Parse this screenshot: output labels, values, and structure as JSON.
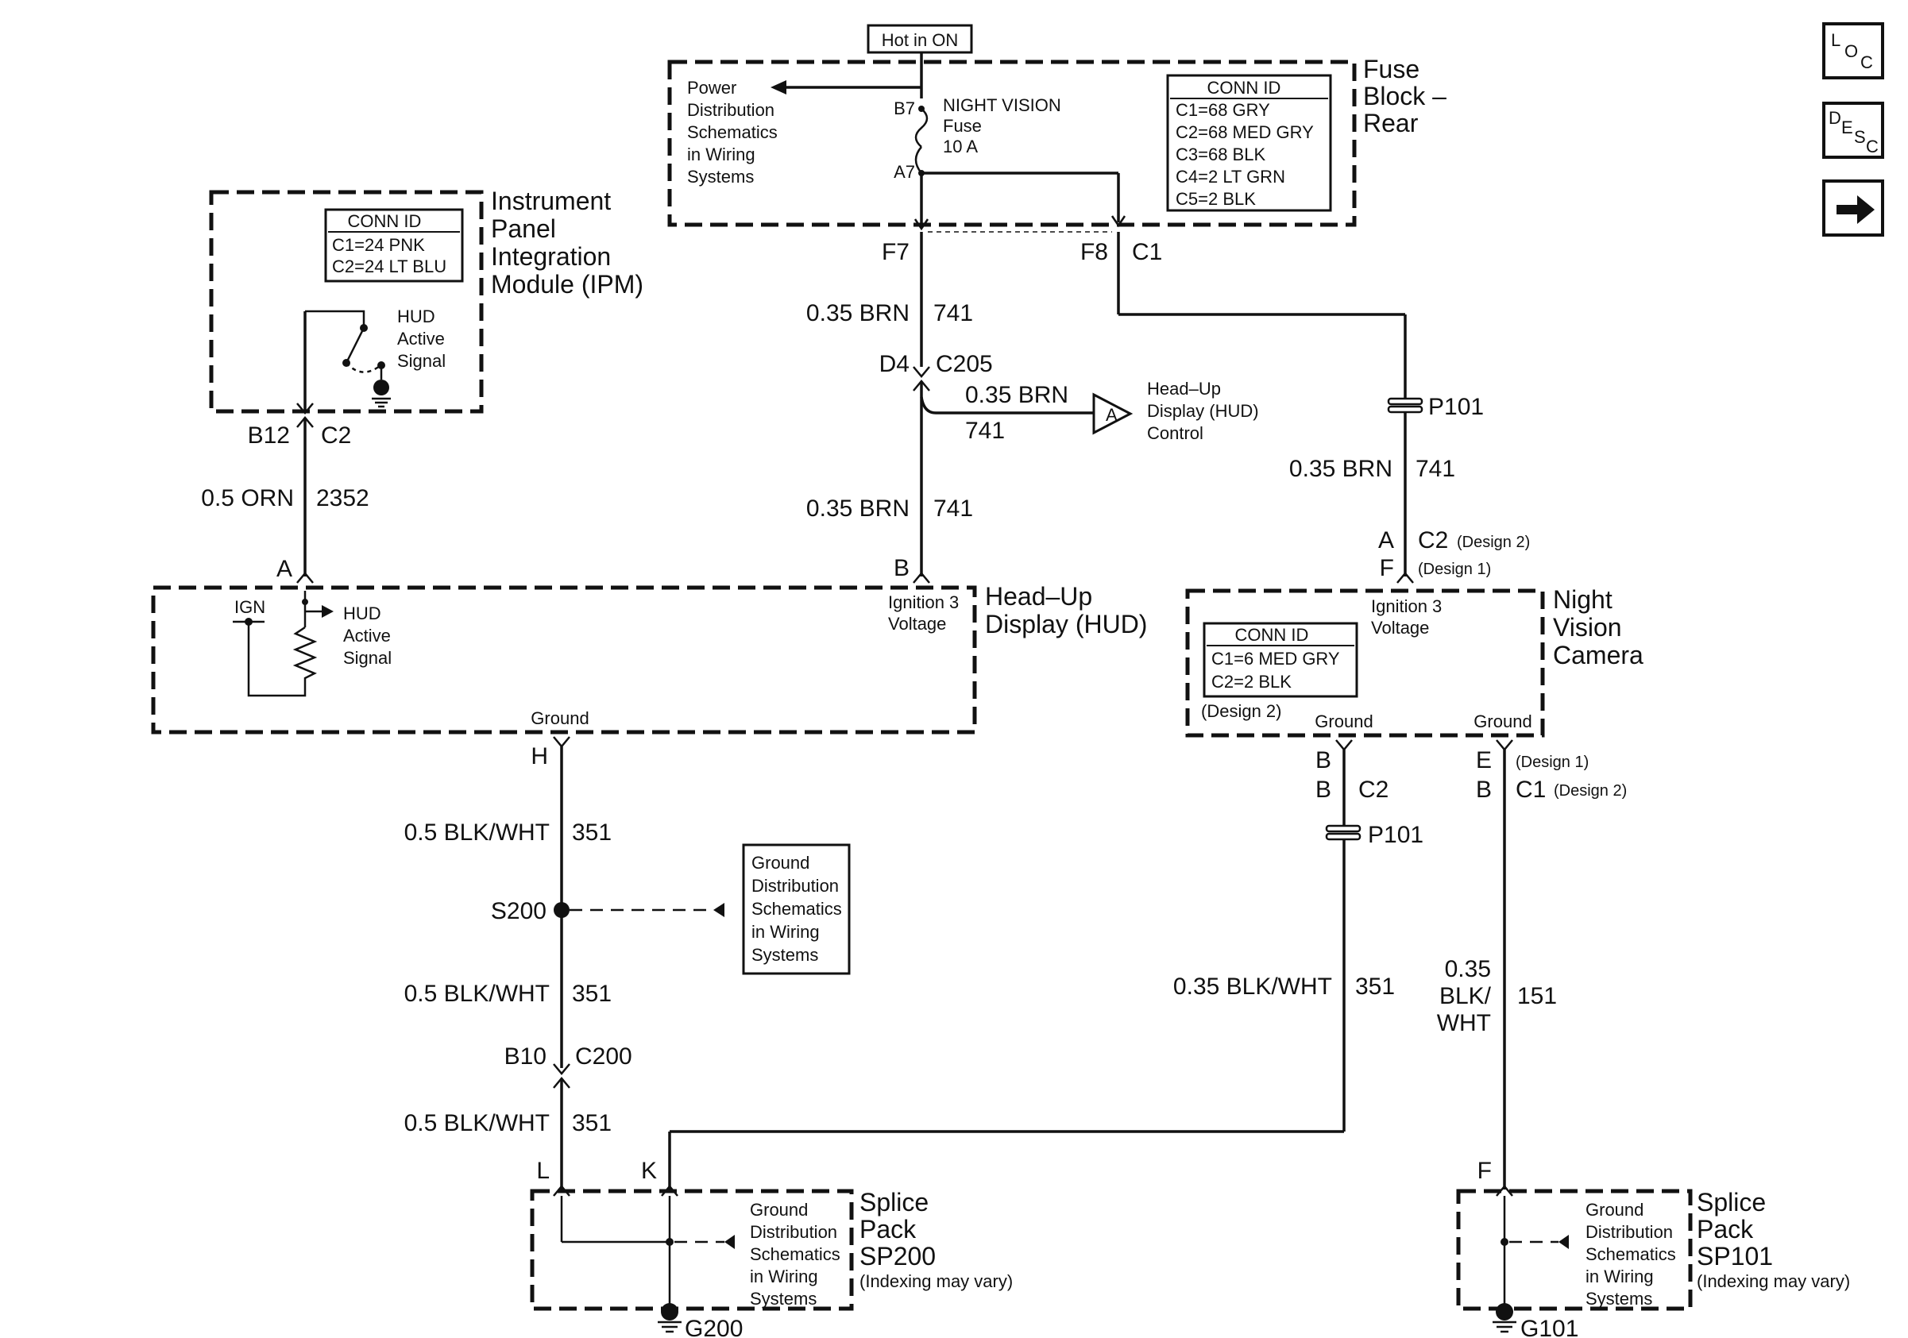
{
  "header": {
    "hot_label": "Hot in ON"
  },
  "nav_buttons": [
    {
      "name": "loc-button",
      "label": "LOC"
    },
    {
      "name": "desc-button",
      "label": "DESC"
    },
    {
      "name": "next-button",
      "label": "→"
    }
  ],
  "fuse_block": {
    "title": [
      "Fuse",
      "Block –",
      "Rear"
    ],
    "power_note": [
      "Power",
      "Distribution",
      "Schematics",
      "in Wiring",
      "Systems"
    ],
    "fuse_name": [
      "NIGHT VISION",
      "Fuse",
      "10 A"
    ],
    "pins": {
      "in": "B7",
      "out": "A7",
      "f7": "F7",
      "f8": "F8",
      "c1": "C1"
    },
    "conn_id": {
      "title": "CONN ID",
      "rows": [
        "C1=68 GRY",
        "C2=68 MED GRY",
        "C3=68 BLK",
        "C4=2 LT GRN",
        "C5=2 BLK"
      ]
    }
  },
  "ipm": {
    "title": [
      "Instrument",
      "Panel",
      "Integration",
      "Module (IPM)"
    ],
    "conn_id": {
      "title": "CONN ID",
      "rows": [
        "C1=24 PNK",
        "C2=24 LT BLU"
      ]
    },
    "signal": [
      "HUD",
      "Active",
      "Signal"
    ],
    "pin": "B12",
    "conn": "C2"
  },
  "wires": {
    "w_orn_gauge": "0.5 ORN",
    "w_orn_circuit": "2352",
    "w741a_gauge": "0.35 BRN",
    "w741a_circuit": "741",
    "w741b_gauge": "0.35 BRN",
    "w741b_circuit": "741",
    "w741c_gauge": "0.35 BRN",
    "w741c_circuit": "741",
    "w741d_gauge": "0.35 BRN",
    "w741d_circuit": "741",
    "w351a_gauge": "0.5 BLK/WHT",
    "w351a_circuit": "351",
    "w351b_gauge": "0.5 BLK/WHT",
    "w351b_circuit": "351",
    "w351c_gauge": "0.5 BLK/WHT",
    "w351c_circuit": "351",
    "w351d_gauge": "0.35 BLK/WHT",
    "w351d_circuit": "351",
    "w151_gauge": [
      "0.35",
      "BLK/",
      "WHT"
    ],
    "w151_circuit": "151"
  },
  "c205": {
    "pin": "D4",
    "conn": "C205"
  },
  "hud_control": {
    "ref": "A",
    "label": [
      "Head–Up",
      "Display (HUD)",
      "Control"
    ]
  },
  "hud": {
    "title": [
      "Head–Up",
      "Display (HUD)"
    ],
    "pin_a": "A",
    "pin_b": "B",
    "pin_h": "H",
    "ign": "IGN",
    "signal": [
      "HUD",
      "Active",
      "Signal"
    ],
    "ign3": [
      "Ignition 3",
      "Voltage"
    ],
    "ground": "Ground"
  },
  "p101_top": "P101",
  "p101_bottom": "P101",
  "camera": {
    "title": [
      "Night",
      "Vision",
      "Camera"
    ],
    "pin_a": "A",
    "pin_f": "F",
    "conn_c2": "C2",
    "design2": "(Design 2)",
    "design1": "(Design 1)",
    "ign3": [
      "Ignition 3",
      "Voltage"
    ],
    "conn_id": {
      "title": "CONN ID",
      "rows": [
        "C1=6 MED GRY",
        "C2=2 BLK"
      ]
    },
    "design2_box": "(Design 2)",
    "ground_left": "Ground",
    "ground_right": "Ground",
    "gl_pin1": "B",
    "gl_pin2": "B",
    "gl_conn": "C2",
    "gr_pin1": "E",
    "gr_design1": "(Design 1)",
    "gr_pin2": "B",
    "gr_conn": "C1",
    "gr_design2": "(Design 2)"
  },
  "s200": "S200",
  "ground_dist": [
    "Ground",
    "Distribution",
    "Schematics",
    "in Wiring",
    "Systems"
  ],
  "c200": {
    "pin": "B10",
    "conn": "C200"
  },
  "sp200": {
    "pin_l": "L",
    "pin_k": "K",
    "title": [
      "Splice",
      "Pack",
      "SP200"
    ],
    "note": "(Indexing may vary)",
    "gd": [
      "Ground",
      "Distribution",
      "Schematics",
      "in Wiring",
      "Systems"
    ],
    "ground": "G200"
  },
  "sp101": {
    "pin_f": "F",
    "title": [
      "Splice",
      "Pack",
      "SP101"
    ],
    "note": "(Indexing may vary)",
    "gd": [
      "Ground",
      "Distribution",
      "Schematics",
      "in Wiring",
      "Systems"
    ],
    "ground": "G101"
  }
}
